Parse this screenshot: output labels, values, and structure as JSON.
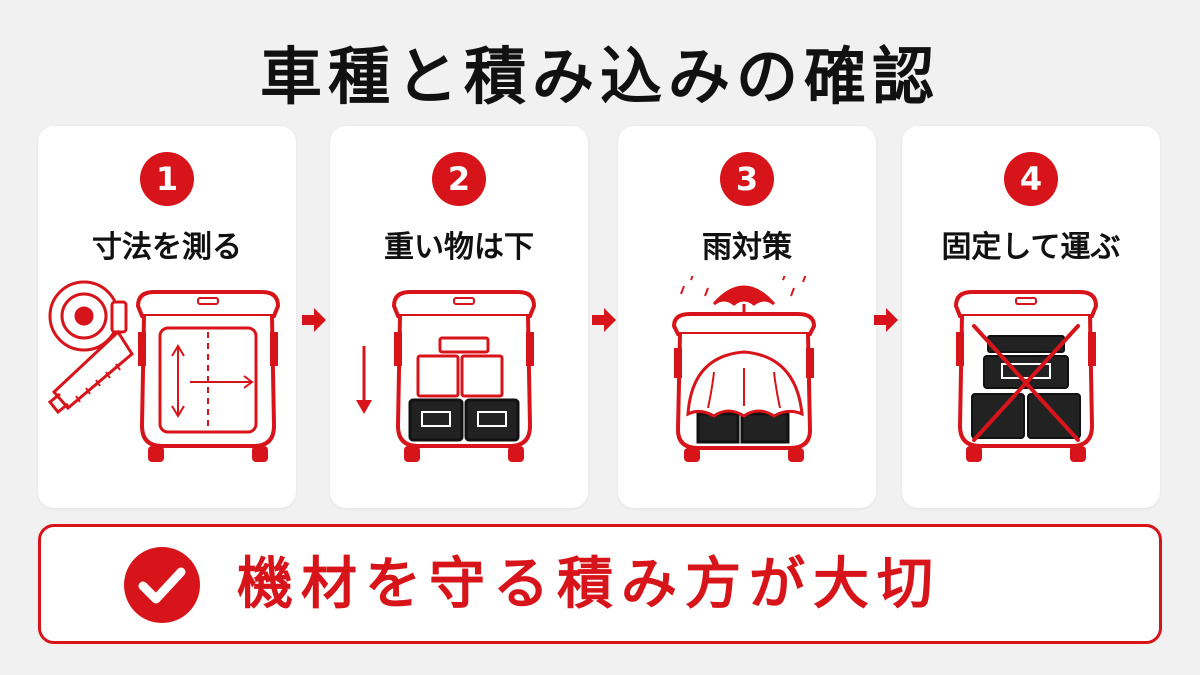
{
  "title": "車種と積み込みの確認",
  "steps": [
    {
      "number": "1",
      "label": "寸法を測る"
    },
    {
      "number": "2",
      "label": "重い物は下"
    },
    {
      "number": "3",
      "label": "雨対策"
    },
    {
      "number": "4",
      "label": "固定して運ぶ"
    }
  ],
  "banner": {
    "text": "機材を守る積み方が大切",
    "icon": "check-circle-icon"
  },
  "icons": [
    "tape-measure-icon",
    "van-rear-icon",
    "down-arrow-icon",
    "umbrella-icon",
    "rain-icon",
    "cross-strap-icon",
    "flow-arrow-icon"
  ],
  "colors": {
    "accent": "#d8141b",
    "background": "#f1f1f1",
    "card": "#ffffff",
    "ink": "#111111"
  }
}
